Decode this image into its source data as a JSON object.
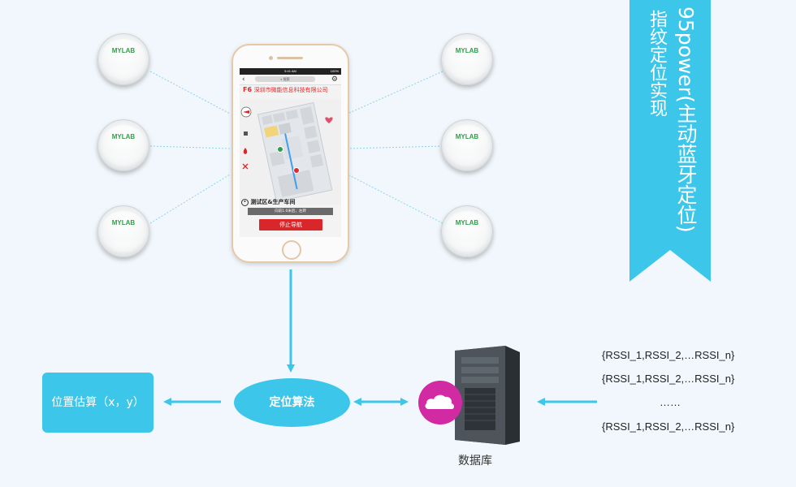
{
  "title": {
    "line1": "95power(主动蓝牙定位)",
    "line2": "指纹定位实现"
  },
  "phone": {
    "status_time": "9:41 AM",
    "status_battery": "100%",
    "search_placeholder": "搜索",
    "floor_label": "F6",
    "company": "深圳市微能信息科技有限公司",
    "destination": "测试区&生产车间",
    "hint": "向前1.0米后，左转",
    "stop_nav": "停止导航"
  },
  "beacon_logo": "MYLAB",
  "nodes": {
    "position_estimate": "位置估算（x，y）",
    "algorithm": "定位算法",
    "database": "数据库"
  },
  "rssi_lines": [
    "{RSSI_1,RSSI_2,…RSSI_n}",
    "{RSSI_1,RSSI_2,…RSSI_n}",
    "……",
    "{RSSI_1,RSSI_2,…RSSI_n}"
  ],
  "colors": {
    "accent": "#3bc6ea",
    "background": "#f1f7fc",
    "cloud_badge": "#d12aa3",
    "nav_red": "#d8262b"
  }
}
